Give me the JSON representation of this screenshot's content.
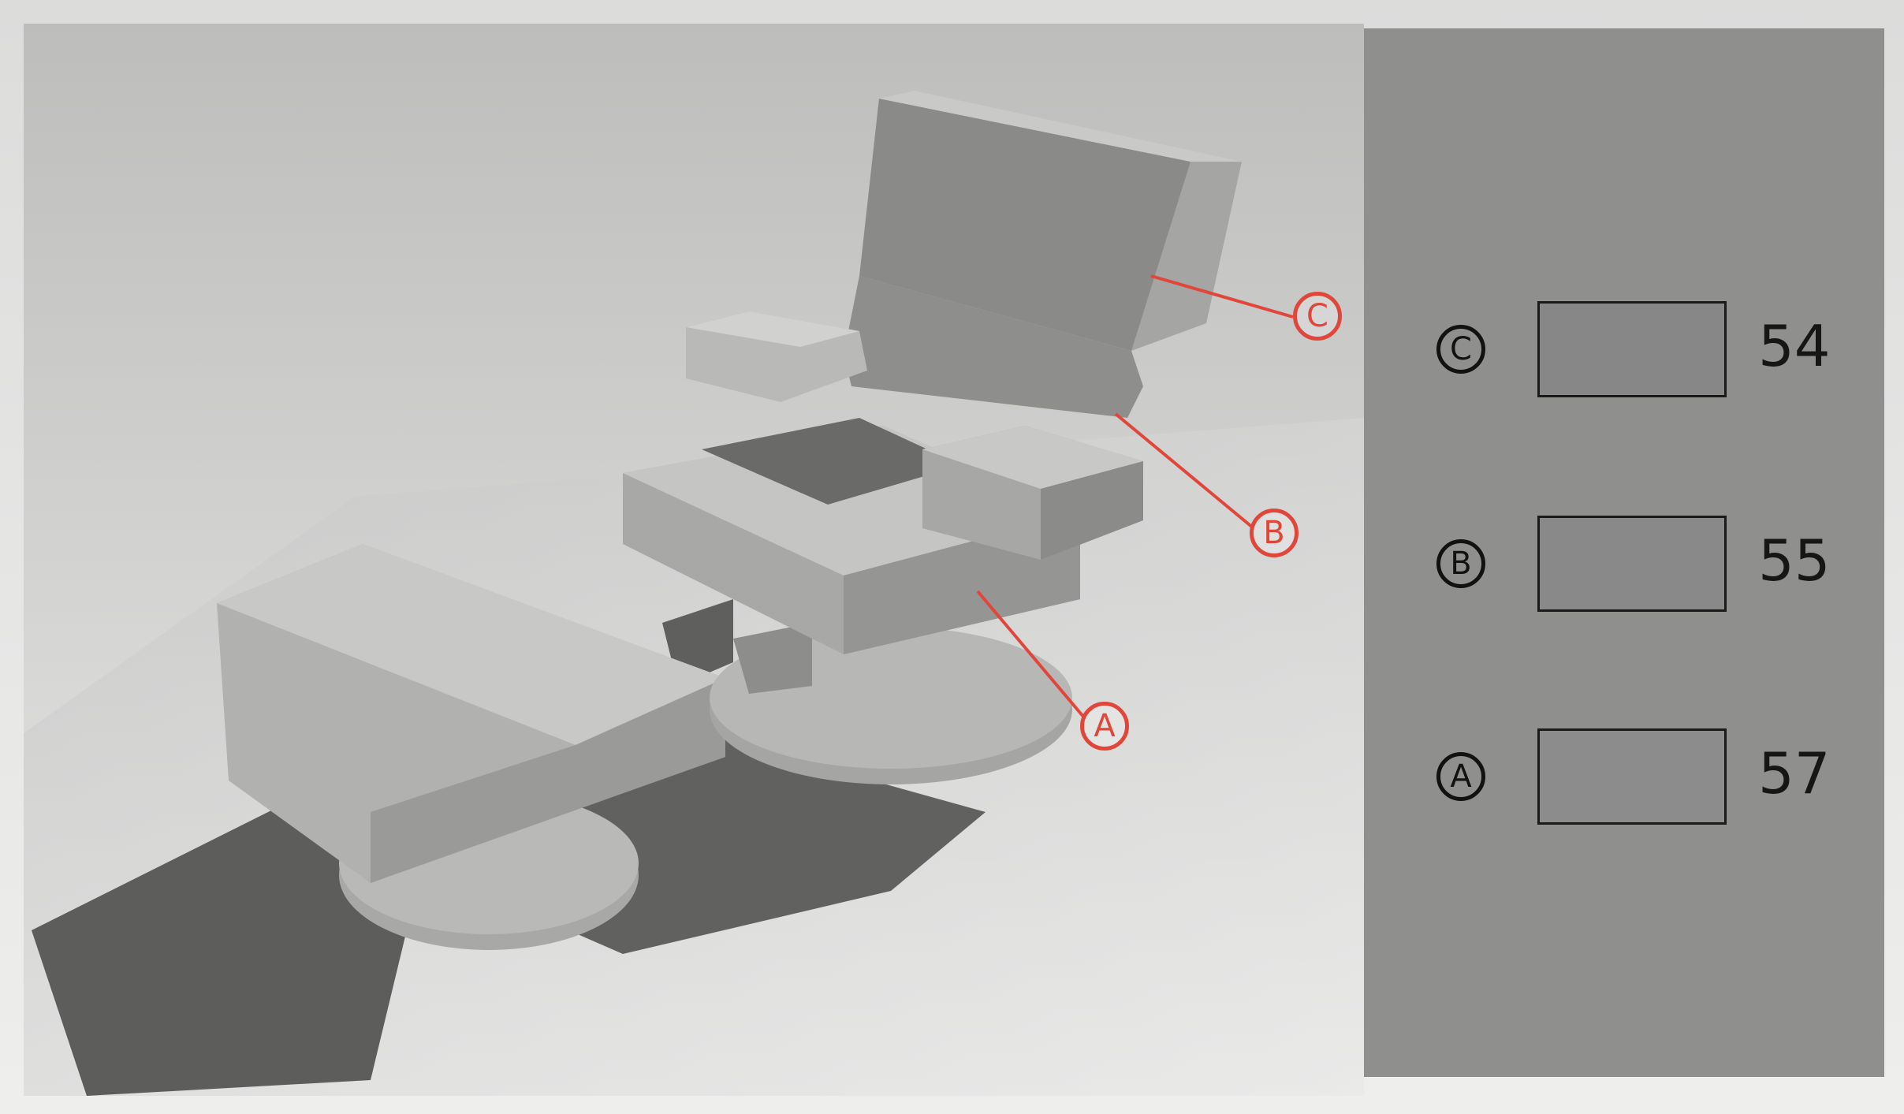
{
  "swatches": [
    {
      "letter": "C",
      "value": "54",
      "color": "#878787"
    },
    {
      "letter": "B",
      "value": "55",
      "color": "#898989"
    },
    {
      "letter": "A",
      "value": "57",
      "color": "#8c8c8c"
    }
  ],
  "callouts": [
    "C",
    "B",
    "A"
  ],
  "colors": {
    "panel_bg": "#8f8f8e",
    "callout_red": "#e0473a",
    "shadow": "#5a5a5a"
  }
}
